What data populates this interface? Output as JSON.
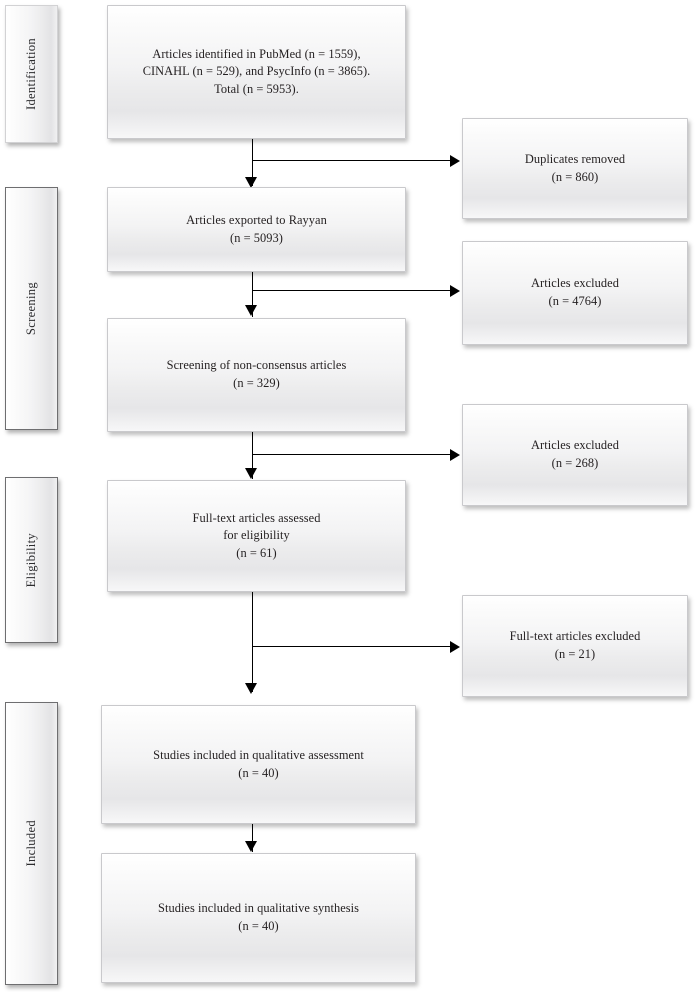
{
  "diagram": {
    "type": "prisma-flow-diagram",
    "stages": [
      {
        "id": "identification",
        "label": "Identification"
      },
      {
        "id": "screening",
        "label": "Screening"
      },
      {
        "id": "eligibility",
        "label": "Eligibility"
      },
      {
        "id": "included",
        "label": "Included"
      }
    ],
    "flow_boxes": [
      {
        "id": "identified",
        "text": "Articles identified in PubMed (n = 1559),\nCINAHL (n = 529), and PsycInfo (n = 3865).\nTotal (n = 5953)."
      },
      {
        "id": "exported",
        "text": "Articles exported to Rayyan\n(n = 5093)"
      },
      {
        "id": "screening-nonconsensus",
        "text": "Screening of non-consensus articles\n(n = 329)"
      },
      {
        "id": "fulltext-assessed",
        "text": "Full-text articles assessed\nfor eligibility\n(n = 61)"
      },
      {
        "id": "qualitative-assessment",
        "text": "Studies included in qualitative assessment\n(n = 40)"
      },
      {
        "id": "qualitative-synthesis",
        "text": "Studies included in qualitative synthesis\n(n = 40)"
      }
    ],
    "exclusion_boxes": [
      {
        "id": "duplicates-removed",
        "text": "Duplicates removed\n(n = 860)"
      },
      {
        "id": "articles-excluded-1",
        "text": "Articles excluded\n(n = 4764)"
      },
      {
        "id": "articles-excluded-2",
        "text": "Articles excluded\n(n = 268)"
      },
      {
        "id": "fulltext-excluded",
        "text": "Full-text articles excluded\n(n = 21)"
      }
    ],
    "counts": {
      "pubmed": 1559,
      "cinahl": 529,
      "psycinfo": 3865,
      "total_identified": 5953,
      "duplicates_removed": 860,
      "exported_to_rayyan": 5093,
      "excluded_screening": 4764,
      "non_consensus_screened": 329,
      "excluded_non_consensus": 268,
      "fulltext_assessed": 61,
      "fulltext_excluded": 21,
      "included_qualitative_assessment": 40,
      "included_qualitative_synthesis": 40
    },
    "colors": {
      "box_border": "#c9c9cc",
      "stage_border": "#6e6e70",
      "connector": "#000000",
      "text": "#231f20",
      "background": "#ffffff"
    }
  }
}
